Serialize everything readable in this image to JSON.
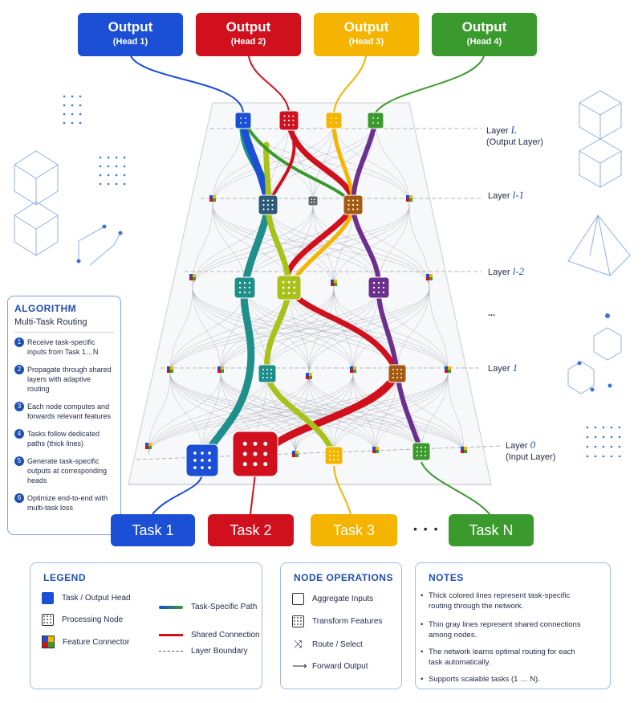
{
  "colors": {
    "blue": "#1a4fd6",
    "red": "#d0101c",
    "yellow": "#f5b400",
    "green": "#3b9a2e",
    "teal": "#1e8f8a",
    "lime": "#a8c21a",
    "brown": "#a55a12",
    "purple": "#6d2f8e",
    "navy": "#1f4fb5"
  },
  "heads": [
    {
      "title": "Output",
      "sub": "(Head 1)"
    },
    {
      "title": "Output",
      "sub": "(Head 2)"
    },
    {
      "title": "Output",
      "sub": "(Head 3)"
    },
    {
      "title": "Output",
      "sub": "(Head 4)"
    }
  ],
  "tasks": [
    "Task 1",
    "Task 2",
    "Task 3",
    "Task N"
  ],
  "task_ellipsis": "• • •",
  "layers": [
    {
      "prefix": "Layer",
      "var": "L",
      "sub": "(Output Layer)"
    },
    {
      "prefix": "Layer",
      "var": "l",
      "suffix": "-1"
    },
    {
      "prefix": "Layer",
      "var": "l",
      "suffix": "-2"
    },
    {
      "gap": "..."
    },
    {
      "prefix": "Layer",
      "var": "1"
    },
    {
      "prefix": "Layer",
      "var": "0",
      "sub": "(Input Layer)"
    }
  ],
  "algorithm": {
    "title": "ALGORITHM",
    "subtitle": "Multi-Task Routing",
    "steps": [
      {
        "n": "1",
        "text": "Receive task-specific inputs from Task 1…N"
      },
      {
        "n": "2",
        "text": "Propagate through shared layers with adaptive routing"
      },
      {
        "n": "3",
        "text": "Each node computes and forwards relevant features"
      },
      {
        "n": "4",
        "text": "Tasks follow dedicated paths (thick lines)"
      },
      {
        "n": "5",
        "text": "Generate task-specific outputs at corresponding heads"
      },
      {
        "n": "6",
        "text": "Optimize end-to-end with multi-task loss"
      }
    ]
  },
  "legend": {
    "title": "LEGEND",
    "items": [
      "Task / Output Head",
      "Processing Node",
      "Feature Connector"
    ],
    "lines": [
      "Task-Specific Path",
      "Shared Connection",
      "Layer Boundary"
    ]
  },
  "node_ops": {
    "title": "NODE OPERATIONS",
    "items": [
      "Aggregate Inputs",
      "Transform Features",
      "Route / Select",
      "Forward Output"
    ]
  },
  "notes": {
    "title": "NOTES",
    "items": [
      "Thick colored lines represent task-specific routing through the network.",
      "Thin gray lines represent shared connections among nodes.",
      "The network learns optimal routing for each task automatically.",
      "Supports scalable tasks (1 … N)."
    ]
  }
}
